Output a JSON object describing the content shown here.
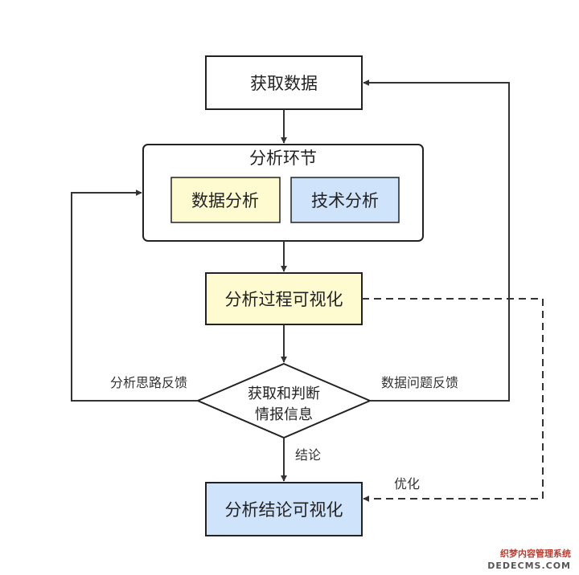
{
  "nodes": {
    "get_data": "获取数据",
    "analysis_stage": "分析环节",
    "data_analysis": "数据分析",
    "tech_analysis": "技术分析",
    "process_viz": "分析过程可视化",
    "decision_line1": "获取和判断",
    "decision_line2": "情报信息",
    "conclusion_viz": "分析结论可视化"
  },
  "edges": {
    "left_feedback": "分析思路反馈",
    "right_feedback": "数据问题反馈",
    "conclusion": "结论",
    "optimize": "优化"
  },
  "colors": {
    "plain": "#ffffff",
    "yellow": "#fffbd0",
    "blue": "#cfe3fb",
    "stroke": "#222222"
  },
  "watermark": {
    "line1": "织梦内容管理系统",
    "line2": "DEDECMS.COM"
  }
}
